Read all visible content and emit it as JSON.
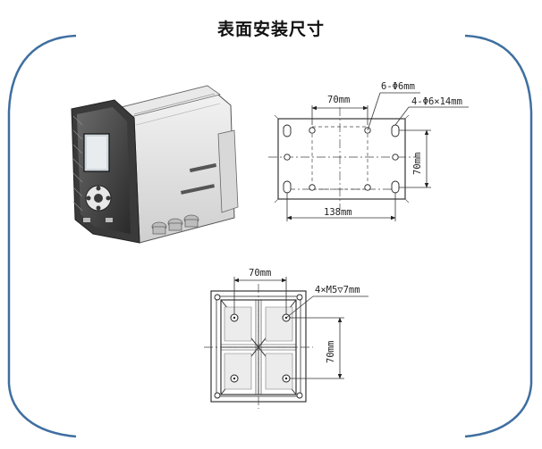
{
  "title": "表面安装尺寸",
  "frame_color": "#3f6fa0",
  "side_view": {
    "dim_hole_spacing": "70mm",
    "dim_round_holes": "6-Φ6mm",
    "dim_slot_holes": "4-Φ6×14mm",
    "dim_height": "70mm",
    "dim_width": "138mm"
  },
  "back_view": {
    "dim_width": "70mm",
    "dim_screws": "4×M5▽7mm",
    "dim_height": "70mm"
  }
}
